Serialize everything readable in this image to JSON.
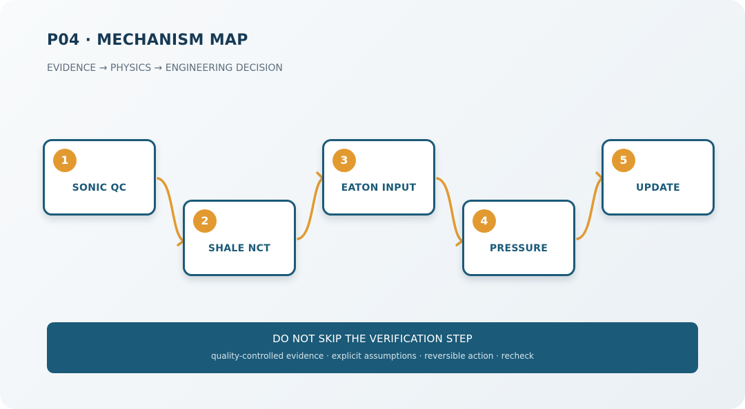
{
  "header": {
    "title": "P04 · MECHANISM MAP",
    "subtitle": "EVIDENCE → PHYSICS → ENGINEERING DECISION"
  },
  "steps": [
    {
      "number": "1",
      "label": "SONIC QC"
    },
    {
      "number": "2",
      "label": "SHALE NCT"
    },
    {
      "number": "3",
      "label": "EATON INPUT"
    },
    {
      "number": "4",
      "label": "PRESSURE"
    },
    {
      "number": "5",
      "label": "UPDATE"
    }
  ],
  "banner": {
    "title": "DO NOT SKIP THE VERIFICATION STEP",
    "subtitle": "quality-controlled evidence · explicit assumptions · reversible action · recheck"
  },
  "colors": {
    "primary": "#1b5a78",
    "accent": "#e29a30",
    "title": "#163a55",
    "background": "#f3f6f8"
  }
}
